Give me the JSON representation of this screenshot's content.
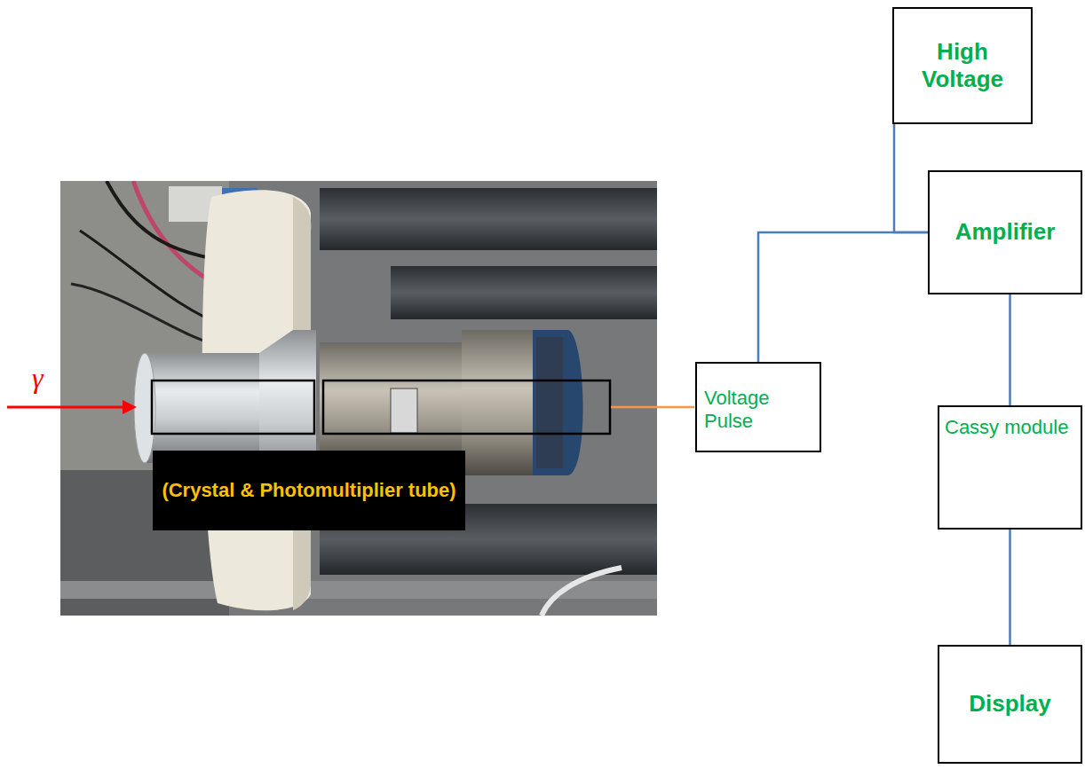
{
  "diagram": {
    "nodes": [
      {
        "text": [
          "High Voltage"
        ]
      },
      {
        "text": [
          "Amplifier"
        ]
      },
      {
        "text": [
          "(Crystal & Photomultiplier tube)"
        ]
      },
      {
        "text": [
          "Voltage Pulse"
        ]
      },
      {
        "text": [
          "Cassy module"
        ]
      },
      {
        "text": [
          "Display"
        ]
      }
    ],
    "edges": [
      {
        "from": 0,
        "to": 1,
        "arrow": "none"
      },
      {
        "from": 3,
        "to": 1,
        "arrow": "none"
      },
      {
        "from": 1,
        "to": 4,
        "arrow": "none"
      },
      {
        "from": 4,
        "to": 5,
        "arrow": "none"
      }
    ],
    "labels": [
      "γ"
    ]
  }
}
